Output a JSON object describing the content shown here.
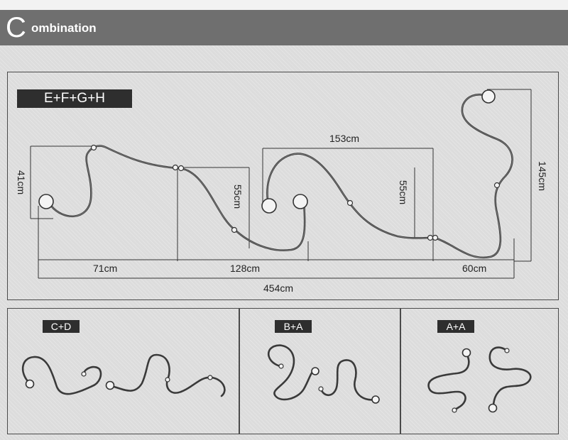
{
  "header": {
    "initial": "C",
    "rest": "ombination"
  },
  "main_panel": {
    "label": "E+F+G+H",
    "dimensions": {
      "d41": "41cm",
      "d55a": "55cm",
      "d153": "153cm",
      "d55b": "55cm",
      "d145": "145cm",
      "d71": "71cm",
      "d128": "128cm",
      "d60": "60cm",
      "d454": "454cm"
    }
  },
  "bottom_panels": [
    {
      "label": "C+D"
    },
    {
      "label": "B+A"
    },
    {
      "label": "A+A"
    }
  ],
  "colors": {
    "header": "#6f6f6f",
    "label_bg": "#2e2e2e",
    "background": "#dcdcdc"
  }
}
